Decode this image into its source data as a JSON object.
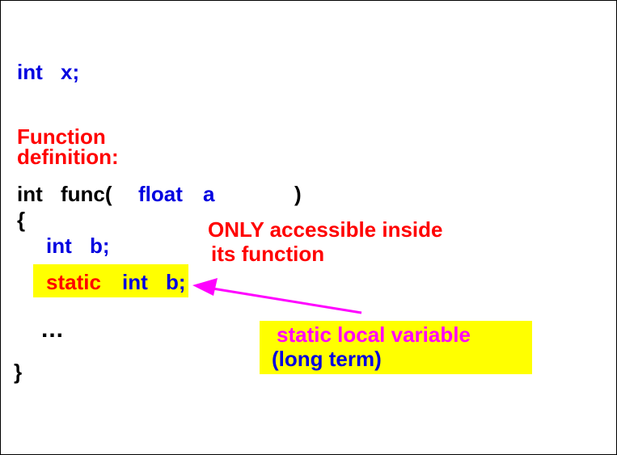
{
  "code": {
    "global_decl": {
      "type": "int",
      "name": "x;"
    },
    "func_header": {
      "type": "int",
      "name": "func(",
      "param_type": "float",
      "param_name": "a",
      "close": ")"
    },
    "open_brace": "{",
    "local_decl": {
      "type": "int",
      "name": "b;"
    },
    "static_decl": {
      "keyword": "static",
      "type": "int",
      "name": "b;"
    },
    "ellipsis": "...",
    "close_brace": "}"
  },
  "labels": {
    "function_definition_line1": "Function",
    "function_definition_line2": "definition:",
    "accessible_line1": "ONLY accessible inside",
    "accessible_line2": "its function",
    "static_local_line1": "static local variable",
    "static_local_line2": "(long term)"
  },
  "colors": {
    "keyword_blue": "#0000e0",
    "emphasis_red": "#ff0000",
    "arrow_magenta": "#ff00ff",
    "highlight_yellow": "#ffff00"
  }
}
